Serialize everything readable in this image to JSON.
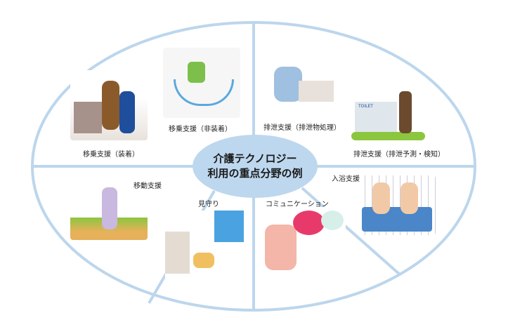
{
  "center": {
    "line1": "介護テクノロジー",
    "line2": "利用の重点分野の例"
  },
  "segments": [
    {
      "label": "移乗支援（装着）"
    },
    {
      "label": "移乗支援（非装着）"
    },
    {
      "label": "排泄支援（排泄物処理）"
    },
    {
      "label": "排泄支援（排泄予測・検知）"
    },
    {
      "label": "移動支援"
    },
    {
      "label": "見守り"
    },
    {
      "label": "コミュニケーション"
    },
    {
      "label": "入浴支援"
    }
  ],
  "toilet_sign": "TOILET",
  "colors": {
    "ring": "#bcd6ec",
    "center_fill": "#bdd7ee"
  }
}
